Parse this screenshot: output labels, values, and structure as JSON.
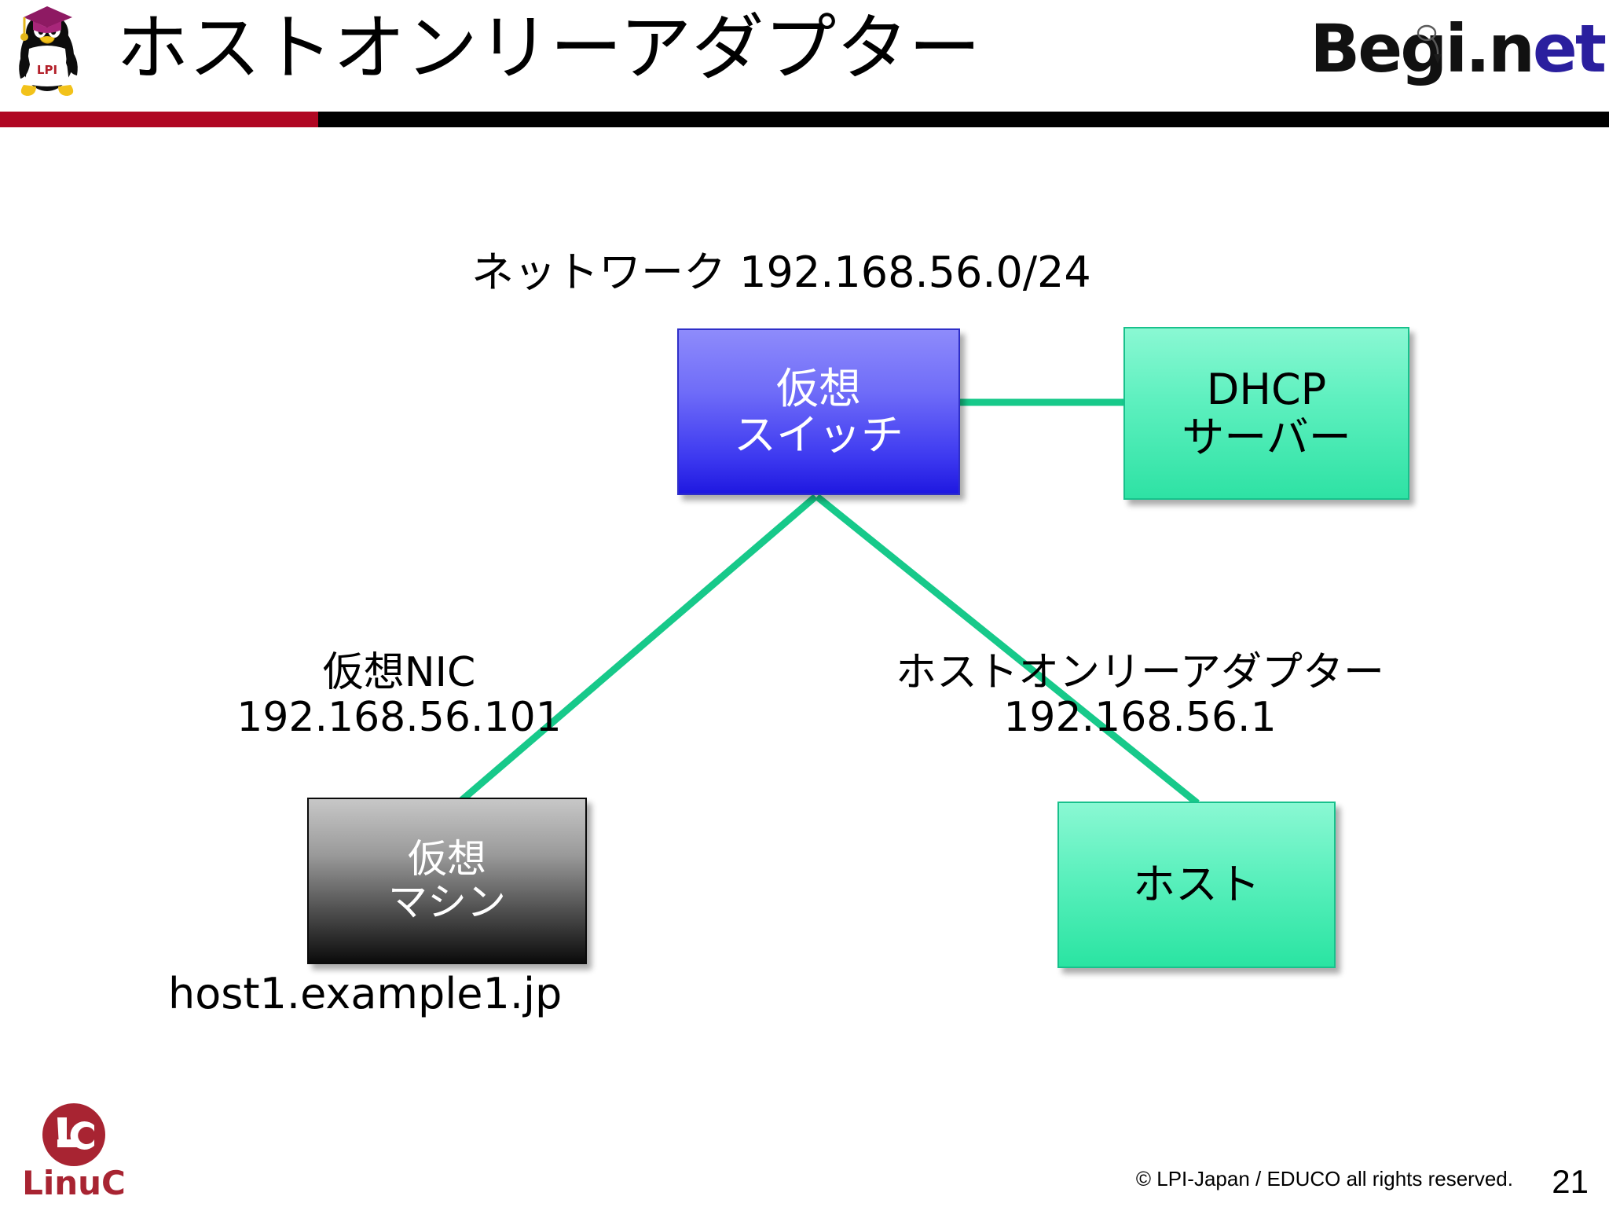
{
  "header": {
    "title": "ホストオンリーアダプター",
    "mascot_icon": "penguin-graduate-icon",
    "brand": {
      "part_black_1": "Begi",
      "part_dot": ".",
      "part_black_2": "n",
      "part_blue": "et",
      "cursor_icon": "mouse-pointer-icon",
      "black_hex": "#111111",
      "blue_hex": "#2a1f9e"
    }
  },
  "divider": {
    "red_hex": "#b00723",
    "black_hex": "#000000"
  },
  "diagram": {
    "network_label": "ネットワーク 192.168.56.0/24",
    "wire_color_hex": "#17c98a",
    "nodes": [
      {
        "id": "virtual-switch",
        "line1": "仮想",
        "line2": "スイッチ",
        "fill_top_hex": "#8e8bfb",
        "fill_bottom_hex": "#1f18e0",
        "text_hex": "#ffffff"
      },
      {
        "id": "dhcp-server",
        "line1": "DHCP",
        "line2": "サーバー",
        "fill_top_hex": "#8af8d3",
        "fill_bottom_hex": "#2ee2a4",
        "text_hex": "#000000"
      },
      {
        "id": "virtual-machine",
        "line1": "仮想",
        "line2": "マシン",
        "fill_top_hex": "#c7c7c7",
        "fill_bottom_hex": "#0b0b0b",
        "text_hex": "#ffffff"
      },
      {
        "id": "host",
        "line1": "ホスト",
        "line2": "",
        "fill_top_hex": "#8af8d3",
        "fill_bottom_hex": "#2ae4a2",
        "text_hex": "#000000"
      }
    ],
    "annotations": {
      "vnic_name": "仮想NIC",
      "vnic_ip": "192.168.56.101",
      "hostonly_name": "ホストオンリーアダプター",
      "hostonly_ip": "192.168.56.1",
      "vm_hostname": "host1.example1.jp"
    }
  },
  "footer": {
    "linuc_mark": "LC",
    "linuc_wordmark": "LinuC",
    "linuc_hex": "#a82432",
    "copyright": "© LPI-Japan / EDUCO all rights reserved.",
    "page_number": "21"
  }
}
